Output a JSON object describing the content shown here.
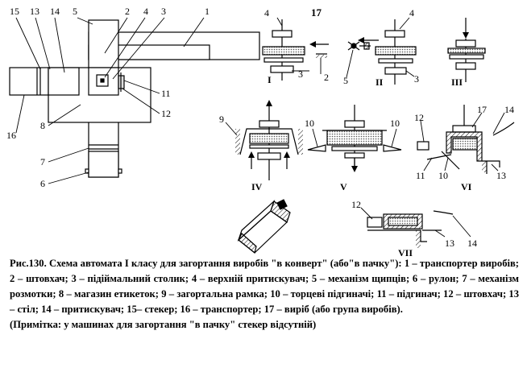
{
  "labels": {
    "n1": "1",
    "n2": "2",
    "n3": "3",
    "n4": "4",
    "n5": "5",
    "n6": "6",
    "n7": "7",
    "n8": "8",
    "n11": "11",
    "n12": "12",
    "n13": "13",
    "n14": "14",
    "n15": "15",
    "n16": "16",
    "s1_4": "4",
    "s1_17": "17",
    "s1_3": "3",
    "s1_2": "2",
    "s1_roman": "I",
    "s2_4": "4",
    "s2_5": "5",
    "s2_3": "3",
    "s2_roman": "II",
    "s3_roman": "III",
    "s4_9": "9",
    "s4_roman": "IV",
    "s5_10a": "10",
    "s5_10b": "10",
    "s5_roman": "V",
    "s6_12": "12",
    "s6_17": "17",
    "s6_14": "14",
    "s6_11": "11",
    "s6_10": "10",
    "s6_13": "13",
    "s6_roman": "VI",
    "s7_12": "12",
    "s7_13": "13",
    "s7_14": "14",
    "s7_roman": "VII"
  },
  "caption": {
    "main": "Рис.130. Схема автомата I класу для загортання виробів \"в конверт\" (або\"в пачку\"): 1 – транспортер виробів; 2 – штовхач; 3 – підіймальний столик; 4 – верхній притискувач; 5 – механізм щипців; 6 – рулон; 7 – механізм розмотки; 8 – магазин етикеток; 9 – загортальна рамка; 10 – торцеві підгиначі; 11 – підгинач; 12 – штовхач; 13 – стіл; 14 – притискувач; 15– стекер; 16 – транспортер; 17 – виріб (або група виробів).",
    "note": "(Примітка: у машинах для загортання \"в пачку\" стекер відсутній)"
  }
}
